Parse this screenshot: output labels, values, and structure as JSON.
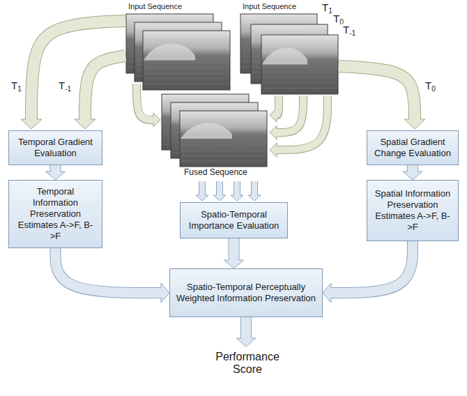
{
  "diagram": {
    "nodes": [
      {
        "text": [
          "Temporal Gradient Evaluation"
        ]
      },
      {
        "text": [
          "Spatial Gradient Change Evaluation"
        ]
      },
      {
        "text": [
          "Temporal Information Preservation Estimates A->F, B->F"
        ]
      },
      {
        "text": [
          "Spatio-Temporal Importance Evaluation"
        ]
      },
      {
        "text": [
          "Spatial Information Preservation Estimates A->F, B->F"
        ]
      },
      {
        "text": [
          "Spatio-Temporal Perceptually Weighted Information Preservation"
        ]
      }
    ],
    "edges": [
      {
        "from": 0,
        "to": 2,
        "arrow": "to"
      },
      {
        "from": 1,
        "to": 4,
        "arrow": "to"
      },
      {
        "from": 2,
        "to": 5,
        "arrow": "to"
      },
      {
        "from": 3,
        "to": 5,
        "arrow": "to"
      },
      {
        "from": 4,
        "to": 5,
        "arrow": "to"
      }
    ],
    "labels": [
      "Input Sequence",
      "Input Sequence",
      "T1",
      "T0",
      "T-1",
      "Fused Sequence",
      "T1",
      "T-1",
      "T0",
      "Performance Score"
    ]
  }
}
